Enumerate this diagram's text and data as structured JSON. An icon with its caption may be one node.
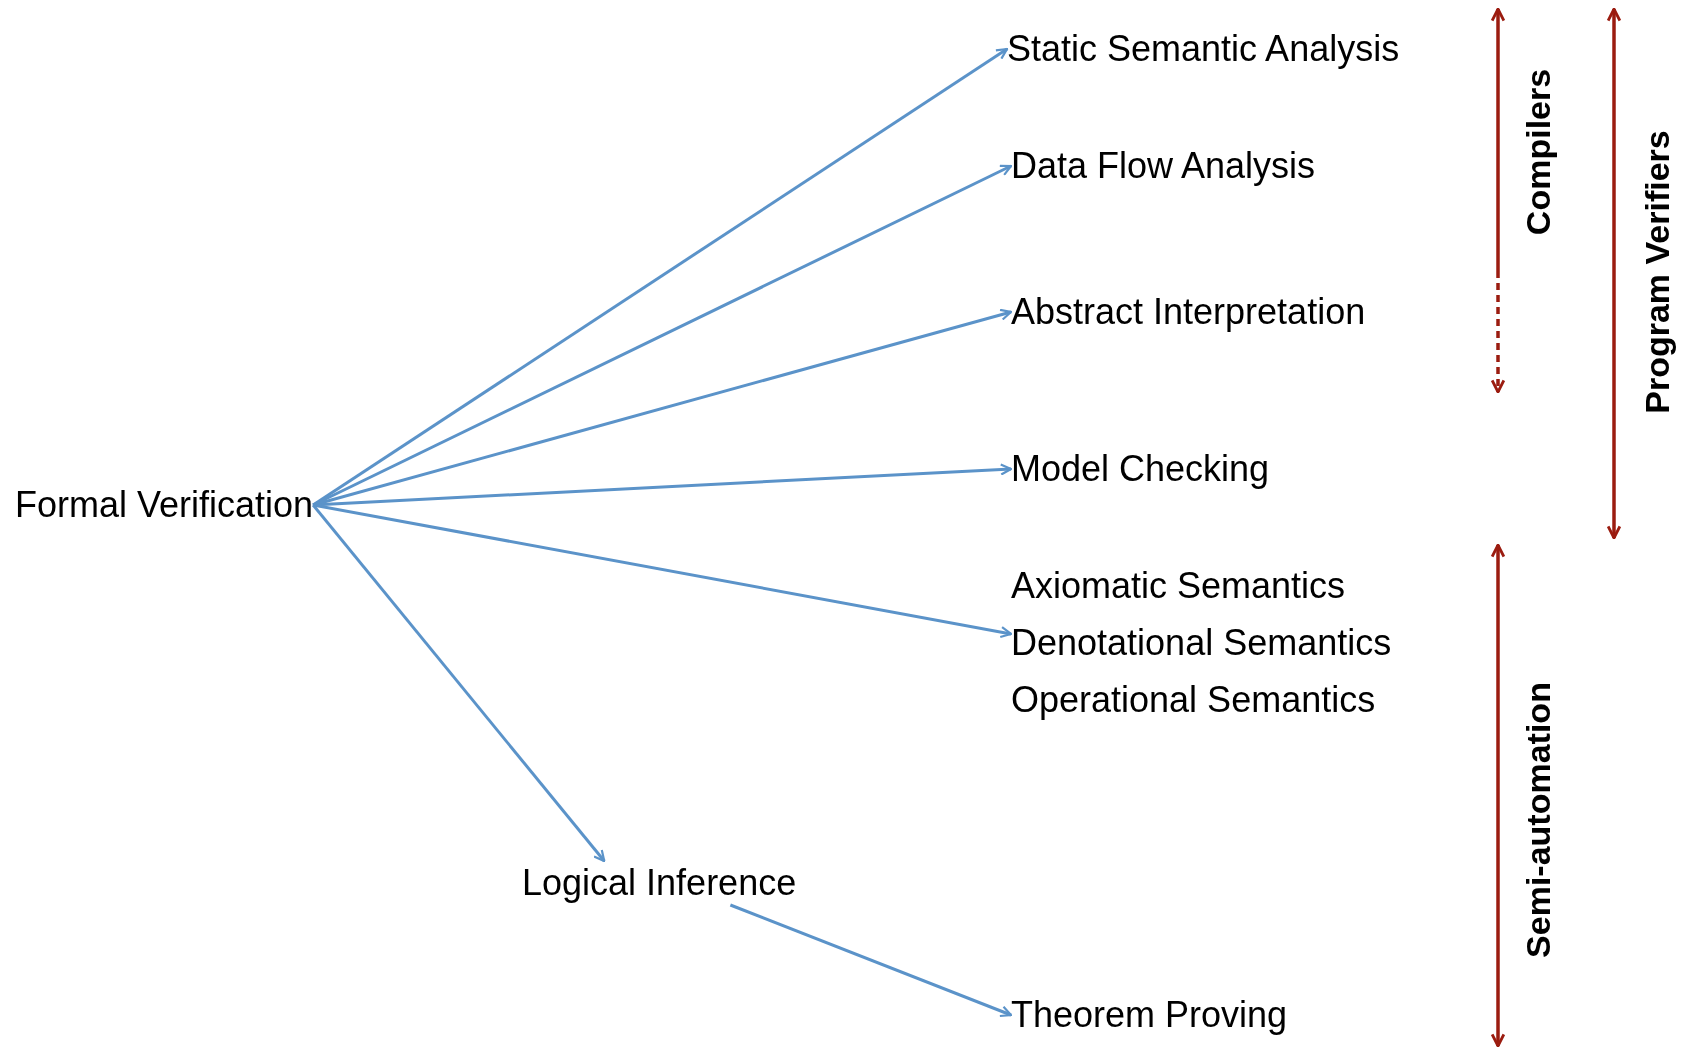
{
  "diagram": {
    "nodes": [
      {
        "text": [
          "Formal Verification"
        ]
      },
      {
        "text": [
          "Static Semantic Analysis"
        ]
      },
      {
        "text": [
          "Data Flow Analysis"
        ]
      },
      {
        "text": [
          "Abstract Interpretation"
        ]
      },
      {
        "text": [
          "Model Checking"
        ]
      },
      {
        "text": [
          "Axiomatic Semantics",
          "Denotational Semantics",
          "Operational Semantics"
        ]
      },
      {
        "text": [
          "Logical Inference"
        ]
      },
      {
        "text": [
          "Theorem Proving"
        ]
      }
    ],
    "edges": [
      {
        "from": 0,
        "to": 1,
        "arrow": "to"
      },
      {
        "from": 0,
        "to": 2,
        "arrow": "to"
      },
      {
        "from": 0,
        "to": 3,
        "arrow": "to"
      },
      {
        "from": 0,
        "to": 4,
        "arrow": "to"
      },
      {
        "from": 0,
        "to": 5,
        "arrow": "to"
      },
      {
        "from": 0,
        "to": 6,
        "arrow": "to"
      },
      {
        "from": 6,
        "to": 7,
        "arrow": "to"
      }
    ],
    "labels": [
      "Compilers",
      "Program Verifiers",
      "Semi-automation"
    ]
  }
}
